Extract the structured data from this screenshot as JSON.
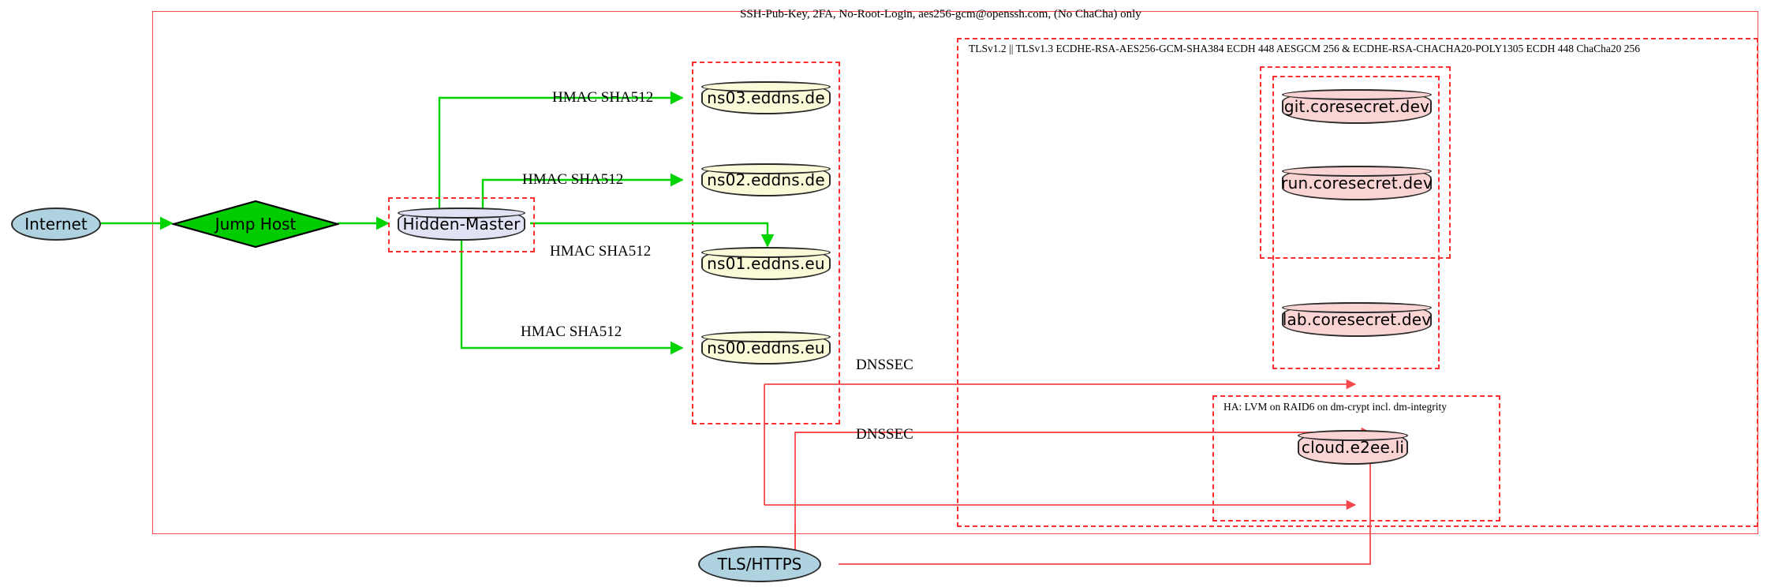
{
  "diagram": {
    "title_label": "SSH-Pub-Key, 2FA, No-Root-Login, aes256-gcm@openssh.com, (No ChaCha) only",
    "tls_label": "TLSv1.2 || TLSv1.3 ECDHE-RSA-AES256-GCM-SHA384 ECDH 448 AESGCM 256 & ECDHE-RSA-CHACHA20-POLY1305 ECDH 448 ChaCha20 256",
    "ha_label": "HA: LVM on RAID6 on dm-crypt incl. dm-integrity"
  },
  "nodes": {
    "internet": "Internet",
    "jump_host": "Jump Host",
    "hidden_master": "Hidden-Master",
    "ns03": "ns03.eddns.de",
    "ns02": "ns02.eddns.de",
    "ns01": "ns01.eddns.eu",
    "ns00": "ns00.eddns.eu",
    "git": "git.coresecret.dev",
    "run": "run.coresecret.dev",
    "lab": "lab.coresecret.dev",
    "cloud": "cloud.e2ee.li",
    "tls_https": "TLS/HTTPS"
  },
  "edge_labels": {
    "hmac_ns03": "HMAC SHA512",
    "hmac_ns02": "HMAC SHA512",
    "hmac_ns01": "HMAC SHA512",
    "hmac_ns00": "HMAC SHA512",
    "dnssec_upper": "DNSSEC",
    "dnssec_lower": "DNSSEC"
  },
  "colors": {
    "boundary_red": "#f4484c",
    "dashed_red": "#ff2f2f",
    "edge_green": "#00d400",
    "internet_fill": "#aed2e0",
    "jump_fill": "#00cc00",
    "master_fill": "#e2e2f5",
    "dns_fill": "#fafad9",
    "app_fill": "#fad3d3"
  }
}
